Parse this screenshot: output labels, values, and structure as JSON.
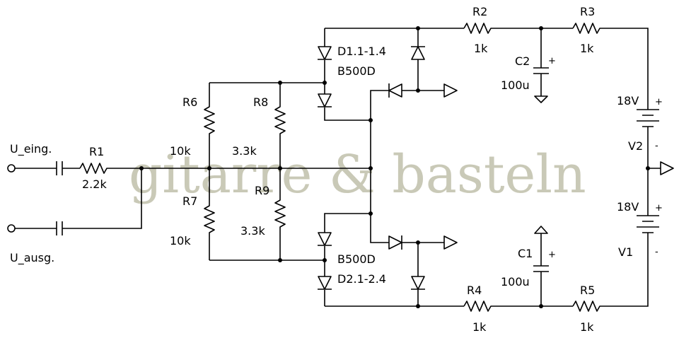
{
  "watermark": "gitarre & basteln",
  "terminals": {
    "input": "U_eing.",
    "output": "U_ausg."
  },
  "resistors": {
    "r1": {
      "name": "R1",
      "value": "2.2k"
    },
    "r2": {
      "name": "R2",
      "value": "1k"
    },
    "r3": {
      "name": "R3",
      "value": "1k"
    },
    "r4": {
      "name": "R4",
      "value": "1k"
    },
    "r5": {
      "name": "R5",
      "value": "1k"
    },
    "r6": {
      "name": "R6",
      "value": "10k"
    },
    "r7": {
      "name": "R7",
      "value": "10k"
    },
    "r8": {
      "name": "R8",
      "value": "3.3k"
    },
    "r9": {
      "name": "R9",
      "value": "3.3k"
    }
  },
  "capacitors": {
    "c1": {
      "name": "C1",
      "value": "100u",
      "polarity": "+"
    },
    "c2": {
      "name": "C2",
      "value": "100u",
      "polarity": "+"
    }
  },
  "diode_bridges": {
    "d1": {
      "name": "D1.1-1.4",
      "type": "B500D"
    },
    "d2": {
      "name": "D2.1-2.4",
      "type": "B500D"
    }
  },
  "batteries": {
    "v1": {
      "name": "V1",
      "value": "18V",
      "plus": "+",
      "minus": "-"
    },
    "v2": {
      "name": "V2",
      "value": "18V",
      "plus": "+",
      "minus": "-"
    }
  }
}
